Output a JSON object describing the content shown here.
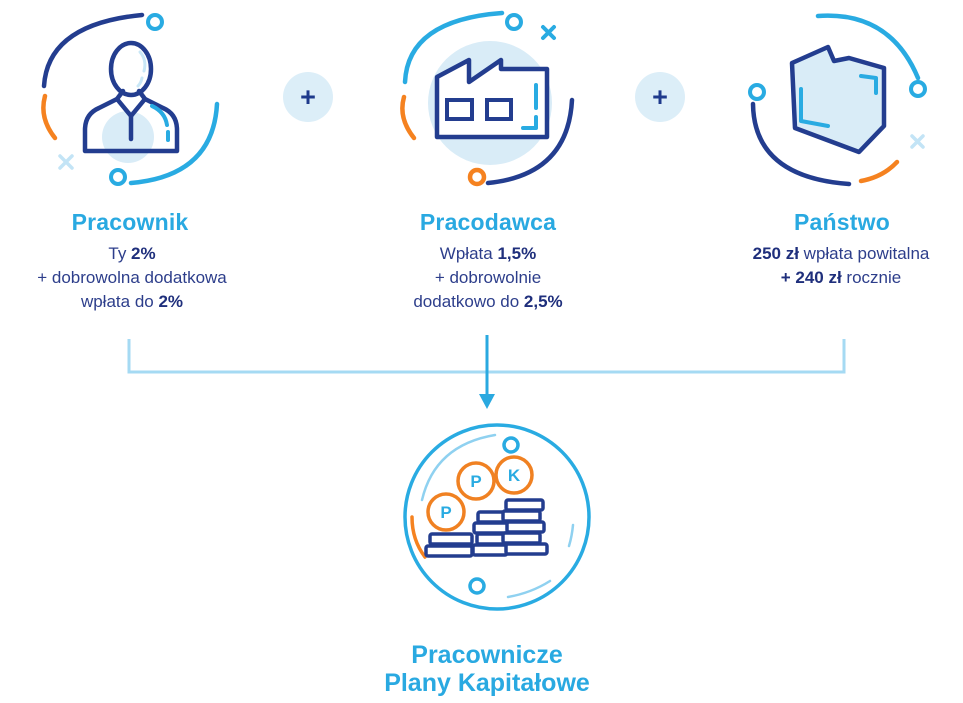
{
  "diagram": {
    "plus": "+",
    "columns": [
      {
        "title": "Pracownik",
        "icon": "employee-person-icon",
        "lines": [
          [
            {
              "t": "Ty "
            },
            {
              "t": "2%"
            }
          ],
          [
            {
              "t": "+ dobrowolna dodatkowa"
            }
          ],
          [
            {
              "t": "wpłata do "
            },
            {
              "t": "2%"
            }
          ]
        ]
      },
      {
        "title": "Pracodawca",
        "icon": "employer-factory-icon",
        "lines": [
          [
            {
              "t": "Wpłata "
            },
            {
              "t": "1,5%"
            }
          ],
          [
            {
              "t": "+ dobrowolnie"
            }
          ],
          [
            {
              "t": "dodatkowo do "
            },
            {
              "t": "2,5%"
            }
          ]
        ]
      },
      {
        "title": "Państwo",
        "icon": "state-poland-shape-icon",
        "lines": [
          [
            {
              "t": "250 zł"
            },
            {
              "t": " wpłata powitalna"
            }
          ],
          [
            {
              "t": "+ 240 zł"
            },
            {
              "t": " rocznie"
            }
          ]
        ]
      }
    ],
    "result": {
      "title_line1": "Pracownicze",
      "title_line2": "Plany Kapitałowe",
      "icon": "ppk-coins-icon",
      "coins": [
        "P",
        "P",
        "K"
      ]
    }
  },
  "colors": {
    "accent_blue": "#29ABE2",
    "navy": "#233D8F",
    "text_navy": "#2D3E8B",
    "orange": "#F58220",
    "pale_blue_fill": "#D9ECF7",
    "pale_connector_blue": "#A5DAF3",
    "plus_badge_bg": "#DCEEF8"
  }
}
